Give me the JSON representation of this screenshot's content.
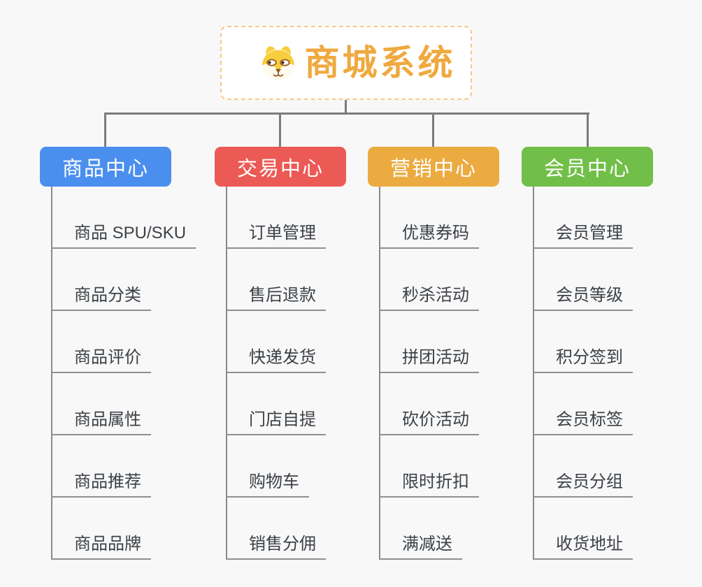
{
  "root": {
    "title": "商城系统",
    "icon": "dog-face-icon",
    "title_color": "#EFA93F",
    "border_color": "#F5CB8A"
  },
  "connector_color": "#7C7C7C",
  "branches": [
    {
      "label": "商品中心",
      "color": "#4A8FEE",
      "items": [
        "商品 SPU/SKU",
        "商品分类",
        "商品评价",
        "商品属性",
        "商品推荐",
        "商品品牌"
      ]
    },
    {
      "label": "交易中心",
      "color": "#EC5A55",
      "items": [
        "订单管理",
        "售后退款",
        "快递发货",
        "门店自提",
        "购物车",
        "销售分佣"
      ]
    },
    {
      "label": "营销中心",
      "color": "#EBAB41",
      "items": [
        "优惠券码",
        "秒杀活动",
        "拼团活动",
        "砍价活动",
        "限时折扣",
        "满减送"
      ]
    },
    {
      "label": "会员中心",
      "color": "#71BF48",
      "items": [
        "会员管理",
        "会员等级",
        "积分签到",
        "会员标签",
        "会员分组",
        "收货地址"
      ]
    }
  ]
}
